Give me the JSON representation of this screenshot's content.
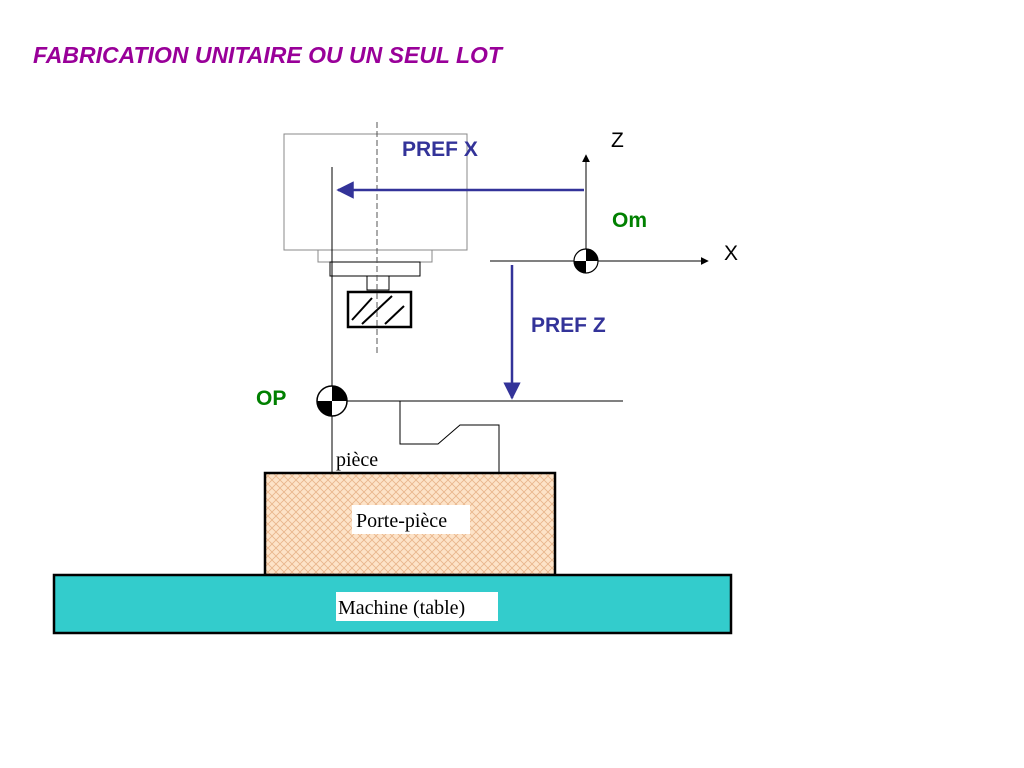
{
  "slide": {
    "title": "FABRICATION UNITAIRE OU UN SEUL LOT"
  },
  "diagram": {
    "labels": {
      "pref_x": "PREF X",
      "pref_z": "PREF Z",
      "axis_z": "Z",
      "axis_x": "X",
      "machine_origin": "Om",
      "part_origin": "OP",
      "part": "pièce",
      "fixture": "Porte-pièce",
      "machine_table": "Machine (table)"
    },
    "colors": {
      "title": "#990099",
      "pref": "#333399",
      "origin": "#008000",
      "table_fill": "#33cccc",
      "fixture_fill": "#fde3c8",
      "fixture_pattern": "#e8b48a"
    }
  }
}
